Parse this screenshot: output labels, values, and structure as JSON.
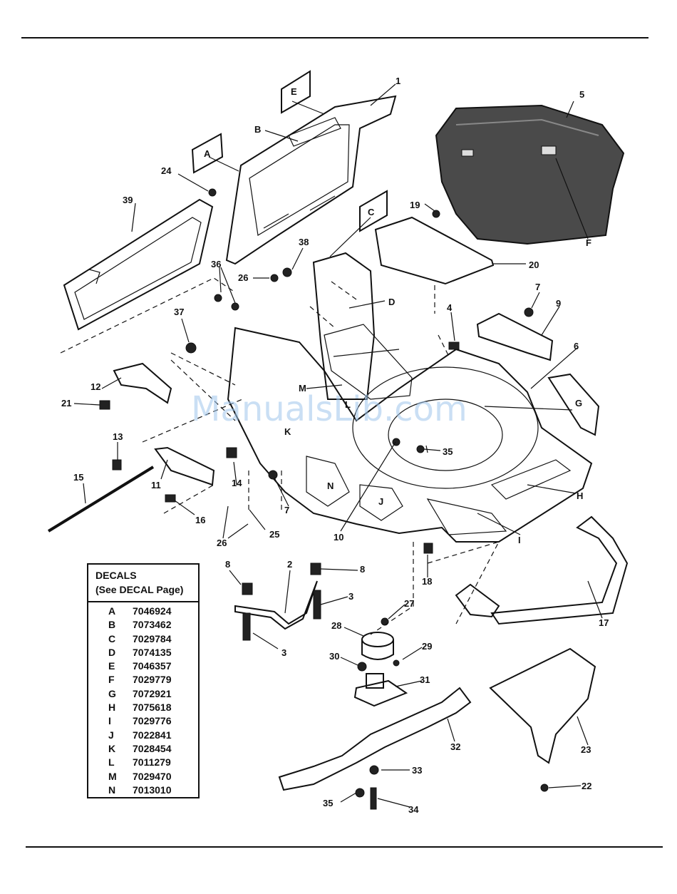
{
  "callouts": [
    "1",
    "2",
    "3",
    "3",
    "4",
    "5",
    "6",
    "7",
    "7",
    "8",
    "8",
    "9",
    "10",
    "11",
    "12",
    "13",
    "14",
    "15",
    "16",
    "17",
    "18",
    "19",
    "20",
    "21",
    "22",
    "23",
    "24",
    "25",
    "26",
    "26",
    "27",
    "28",
    "29",
    "30",
    "31",
    "32",
    "33",
    "34",
    "35",
    "35",
    "36",
    "37",
    "38",
    "39"
  ],
  "decal_letters": [
    "A",
    "B",
    "C",
    "D",
    "E",
    "F",
    "G",
    "H",
    "I",
    "J",
    "K",
    "L",
    "M",
    "N"
  ],
  "decals": {
    "title": "DECALS",
    "subtitle": "(See DECAL Page)",
    "items": [
      {
        "code": "A",
        "part": "7046924"
      },
      {
        "code": "B",
        "part": "7073462"
      },
      {
        "code": "C",
        "part": "7029784"
      },
      {
        "code": "D",
        "part": "7074135"
      },
      {
        "code": "E",
        "part": "7046357"
      },
      {
        "code": "F",
        "part": "7029779"
      },
      {
        "code": "G",
        "part": "7072921"
      },
      {
        "code": "H",
        "part": "7075618"
      },
      {
        "code": "I",
        "part": "7029776"
      },
      {
        "code": "J",
        "part": "7022841"
      },
      {
        "code": "K",
        "part": "7028454"
      },
      {
        "code": "L",
        "part": "7011279"
      },
      {
        "code": "M",
        "part": "7029470"
      },
      {
        "code": "N",
        "part": "7013010"
      }
    ]
  },
  "watermark": "ManualsLib.com"
}
